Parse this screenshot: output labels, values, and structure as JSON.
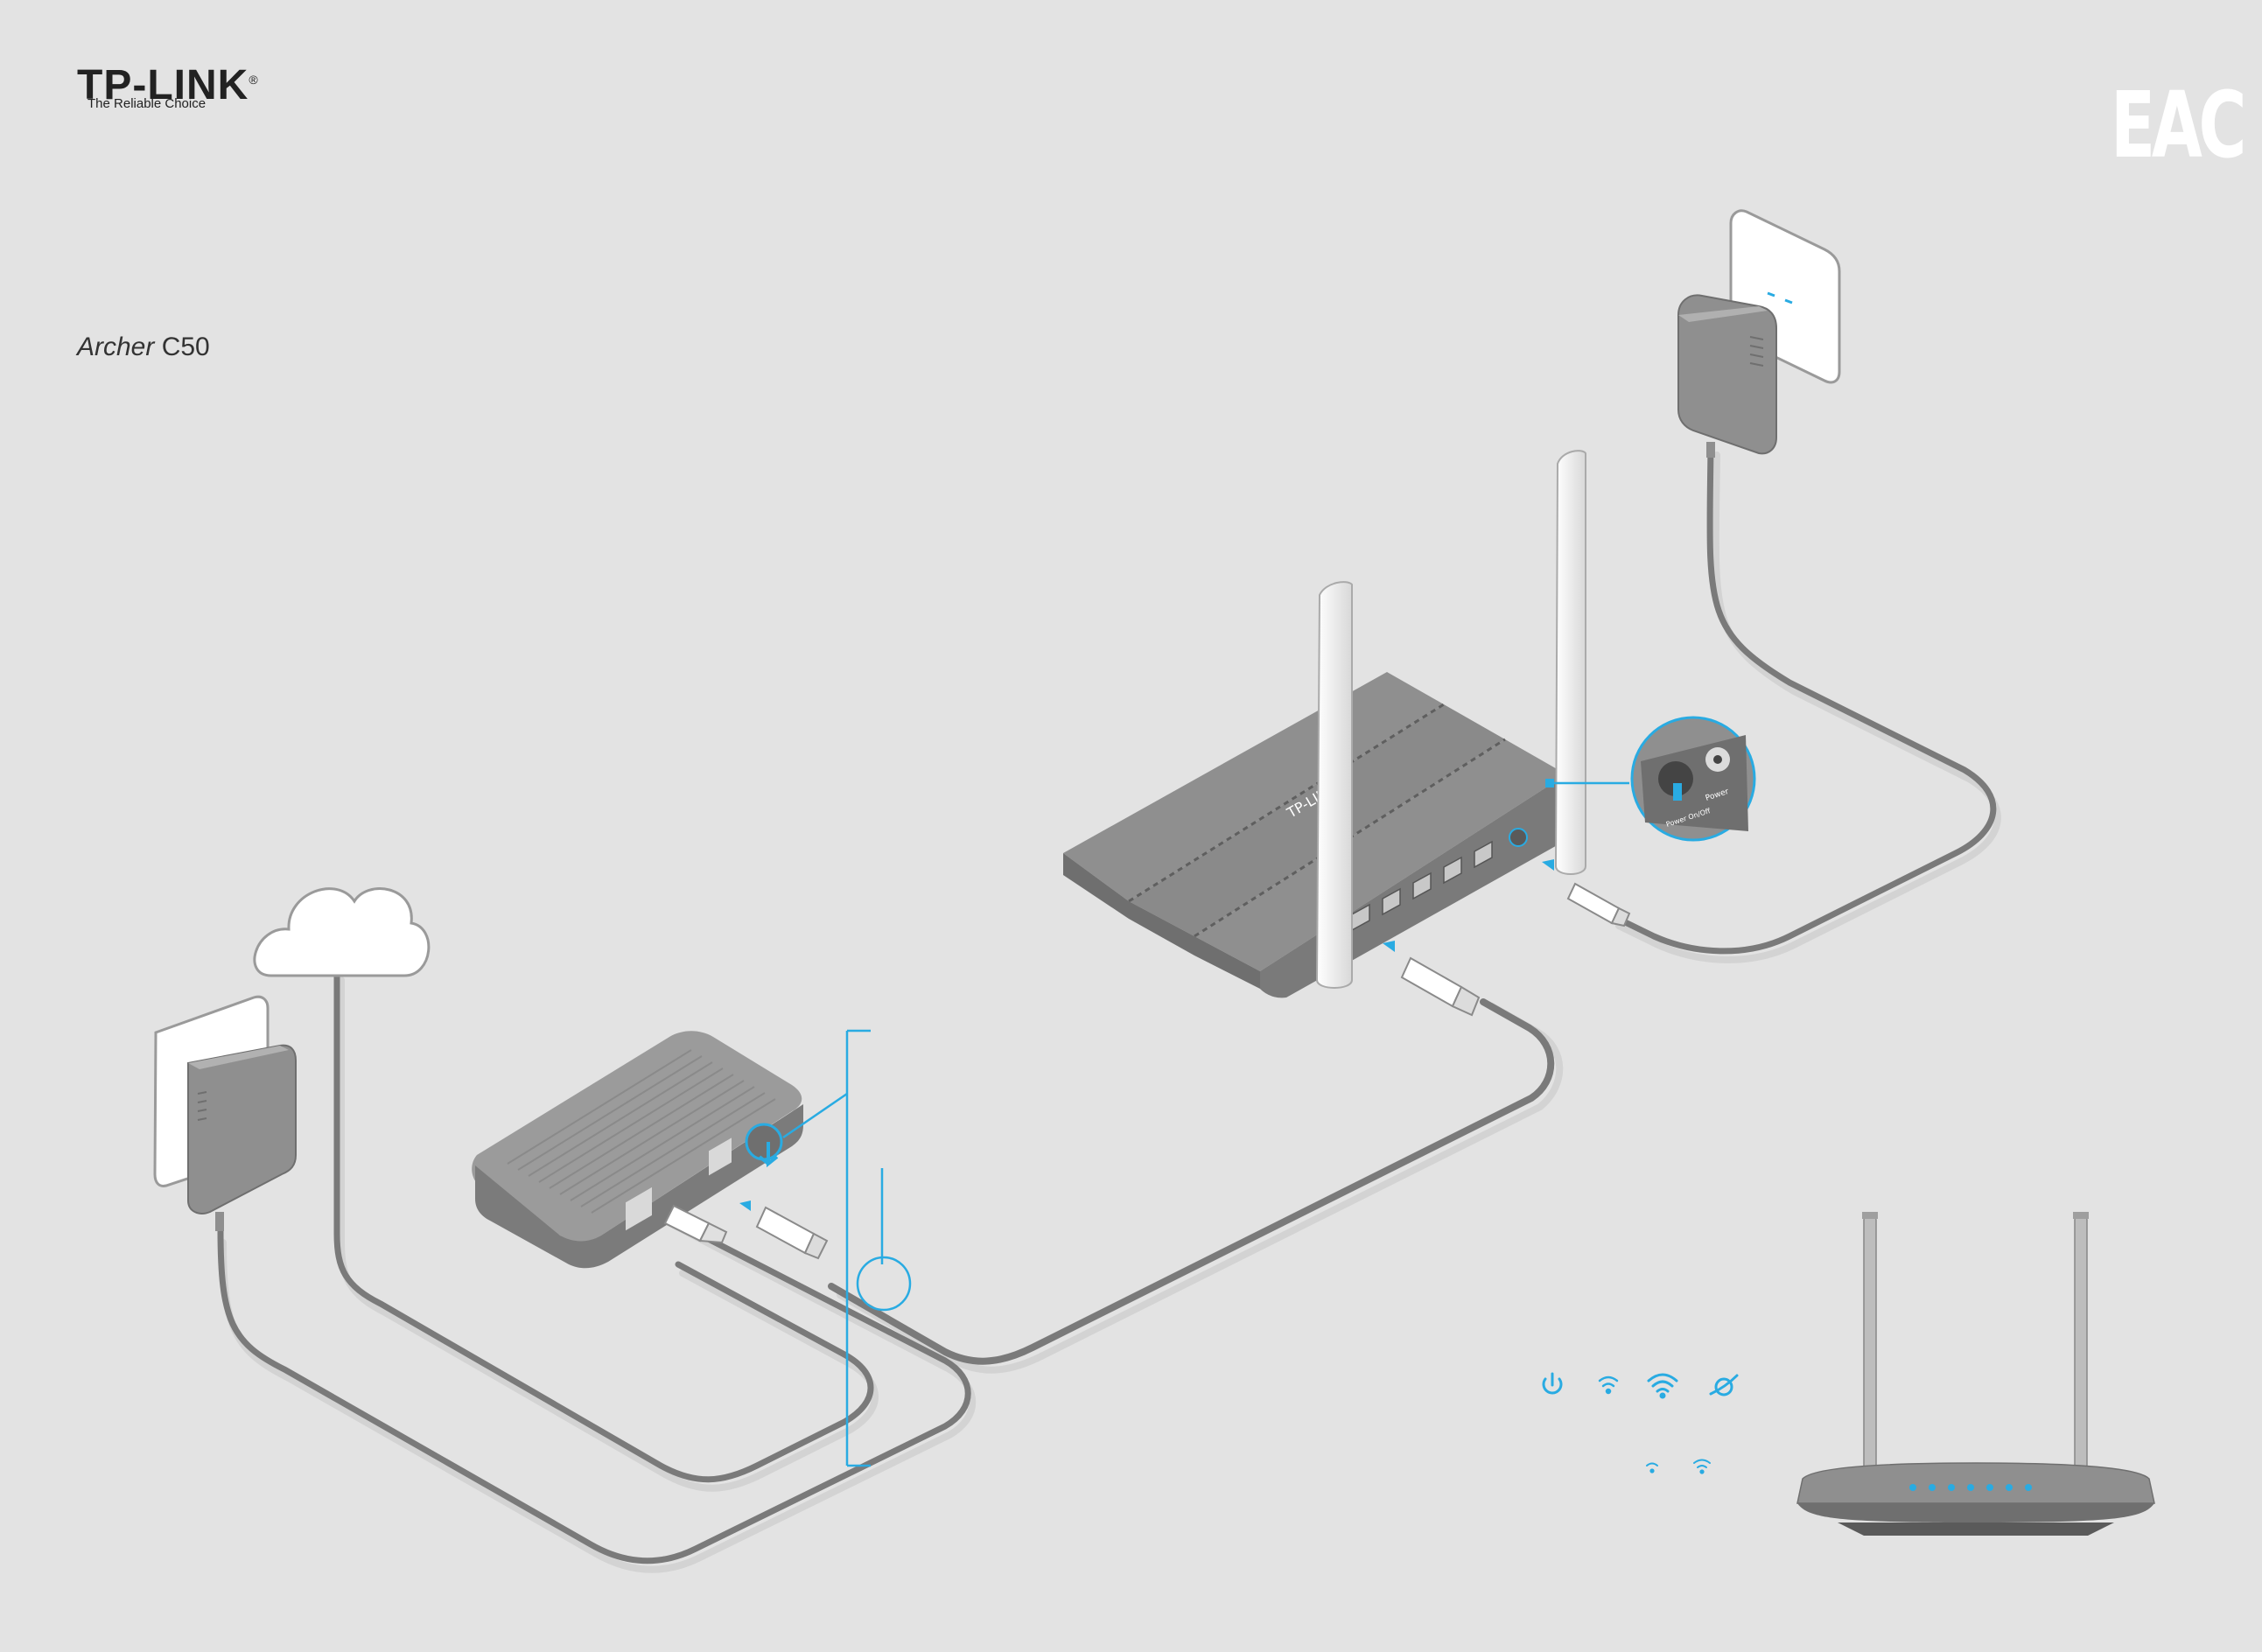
{
  "brand": {
    "logo": "TP-LINK",
    "registered_mark": "®",
    "tagline": "The Reliable Choice"
  },
  "model": {
    "series": "Archer",
    "number": "C50"
  },
  "certification": {
    "mark": "EAC"
  },
  "router_back_label": "TP-LINK",
  "zoom_callout": {
    "button_label": "Power On/Off",
    "port_label": "Power"
  },
  "led_icons": [
    "power-icon",
    "wifi-2g-icon",
    "wifi-5g-icon",
    "internet-icon",
    "wifi-small-2g-icon",
    "wifi-small-5g-icon"
  ],
  "colors": {
    "background": "#e3e3e3",
    "accent_blue": "#29abe2",
    "device_gray": "#8f8f8f",
    "device_dark": "#6f6f6f",
    "cable_gray": "#7a7a7a",
    "white": "#ffffff"
  }
}
